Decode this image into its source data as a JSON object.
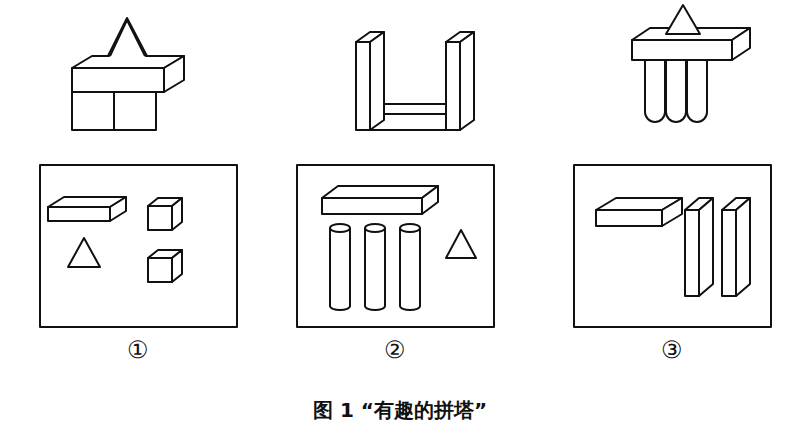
{
  "diagram": {
    "caption": "图 1 “有趣的拼塔”",
    "labels": [
      "①",
      "②",
      "③"
    ]
  }
}
